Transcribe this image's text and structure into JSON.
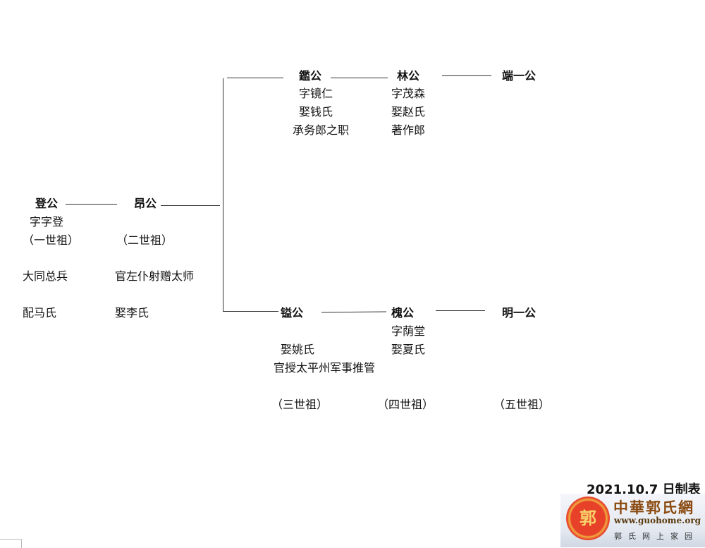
{
  "date_label": "2021.10.7 日制表",
  "logo": {
    "name": "中華郭氏網",
    "url": "www.guohome.org",
    "subtitle": "郭氏网上家园",
    "seal_char": "郭"
  },
  "colors": {
    "title": "#e8101a",
    "text": "#111111"
  },
  "gen1": {
    "name": "登公",
    "courtesy": "字字登",
    "generation": "（一世祖）",
    "office": "大同总兵",
    "spouse": "配马氏"
  },
  "gen2": {
    "name": "昂公",
    "generation": "（二世祖）",
    "office": "官左仆射赠太师",
    "spouse": "娶李氏"
  },
  "gen3a": {
    "name": "鑑公",
    "courtesy": "字镜仁",
    "spouse": "娶钱氏",
    "office": "承务郎之职"
  },
  "gen4a": {
    "name": "林公",
    "courtesy": "字茂森",
    "spouse": "娶赵氏",
    "office": "著作郎"
  },
  "gen5a": {
    "name": "端一公"
  },
  "gen3b": {
    "name": "镒公",
    "spouse": "娶姚氏",
    "office": "官授太平州军事推管",
    "generation": "（三世祖）"
  },
  "gen4b": {
    "name": "槐公",
    "courtesy": "字荫堂",
    "spouse": "娶夏氏",
    "generation": "（四世祖）"
  },
  "gen5b": {
    "name": "明一公",
    "generation": "（五世祖）"
  }
}
